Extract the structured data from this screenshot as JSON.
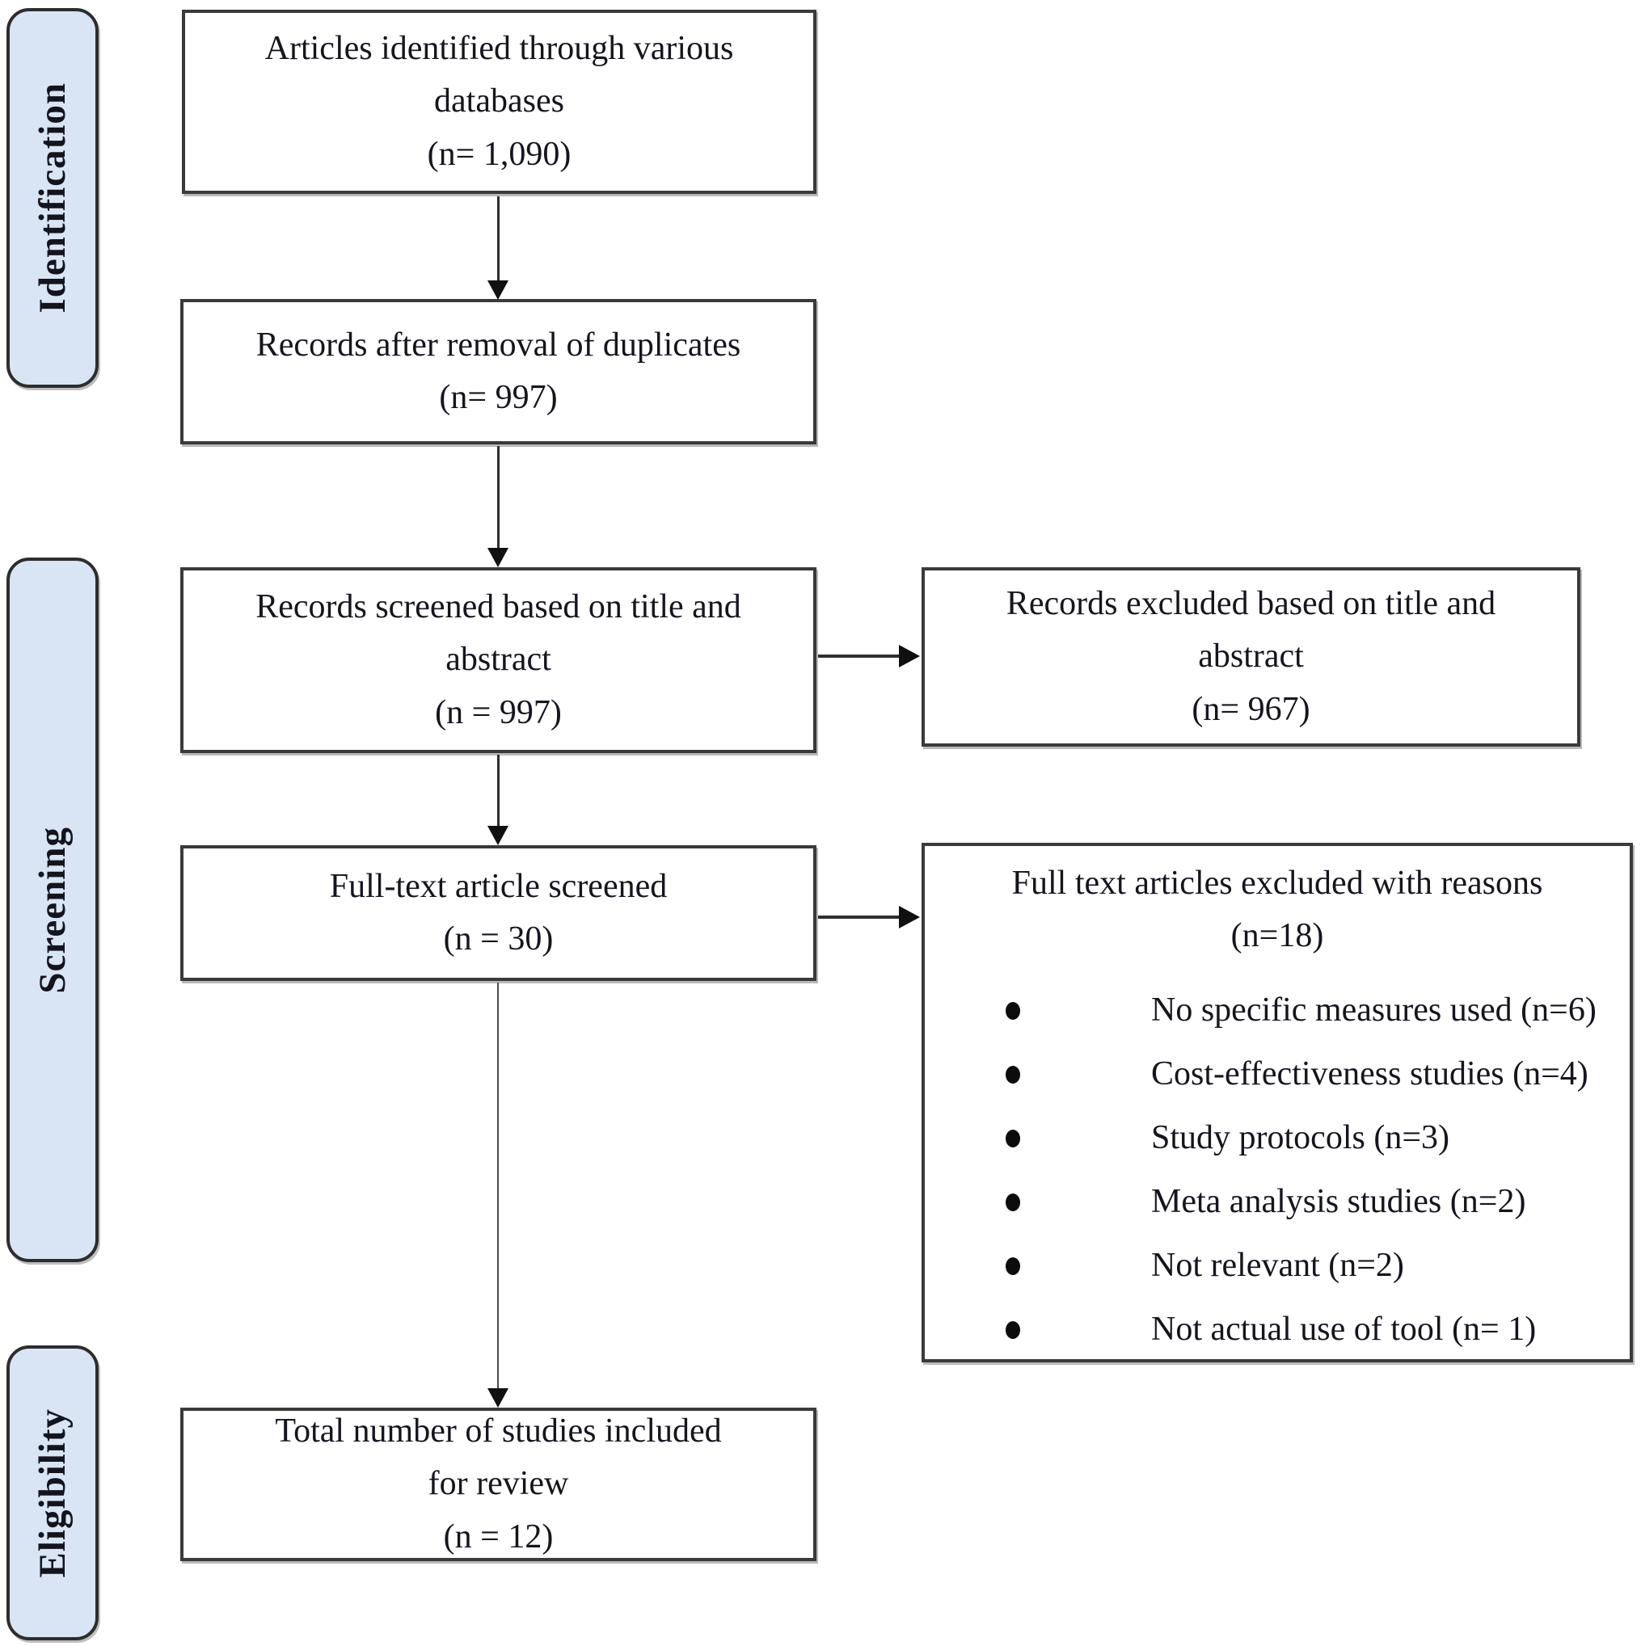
{
  "diagram": {
    "title": "PRISMA study selection flow diagram",
    "stages": [
      {
        "label": "Identification"
      },
      {
        "label": "Screening"
      },
      {
        "label": "Eligibility"
      }
    ],
    "main_boxes": {
      "identified": {
        "lines": [
          "Articles identified through various",
          "databases",
          "(n= 1,090)"
        ]
      },
      "deduplicated": {
        "lines": [
          "Records after removal of duplicates",
          "(n= 997)"
        ]
      },
      "screened": {
        "lines": [
          "Records screened based on title and",
          "abstract",
          "(n = 997)"
        ]
      },
      "fulltext": {
        "lines": [
          "Full-text article screened",
          "(n = 30)"
        ]
      },
      "included": {
        "lines": [
          "Total number of studies included",
          "for review",
          "(n = 12)"
        ]
      }
    },
    "side_boxes": {
      "excluded_title_abstract": {
        "lines": [
          "Records excluded based on title and",
          "abstract",
          "(n= 967)"
        ]
      },
      "excluded_fulltext": {
        "title_lines": [
          "Full text articles excluded with reasons",
          "(n=18)"
        ],
        "items": [
          "No specific measures used (n=6)",
          "Cost-effectiveness studies (n=4)",
          "Study protocols (n=3)",
          "Meta analysis studies (n=2)",
          "Not relevant (n=2)",
          "Not actual use of tool (n= 1)"
        ]
      }
    },
    "colors": {
      "stage_fill": "#d9e5f4",
      "box_border": "#3a3a3a",
      "text": "#15151f"
    }
  }
}
